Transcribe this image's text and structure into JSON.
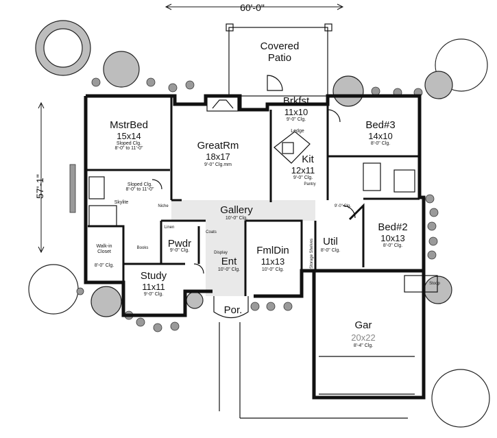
{
  "dimensions": {
    "width": "60'-0\"",
    "depth": "57'-1\""
  },
  "rooms": {
    "covered_patio": {
      "name_line1": "Covered",
      "name_line2": "Patio"
    },
    "mstr_bed": {
      "name": "MstrBed",
      "size": "15x14",
      "note1": "Sloped Clg.",
      "note2": "8'-0\" to 11'-0\""
    },
    "great_rm": {
      "name": "GreatRm",
      "size": "18x17",
      "clg": "9'-0\" Clg.mm"
    },
    "brkfst": {
      "name": "Brkfst",
      "size": "11x10",
      "clg": "9'-0\" Clg."
    },
    "kit": {
      "name": "Kit",
      "size": "12x11",
      "clg": "9'-0\" Clg."
    },
    "bed3": {
      "name": "Bed#3",
      "size": "14x10",
      "clg": "8'-0\" Clg."
    },
    "bed2": {
      "name": "Bed#2",
      "size": "10x13",
      "clg": "8'-0\" Clg."
    },
    "gallery": {
      "name": "Gallery",
      "clg": "10'-0\" Clg."
    },
    "fml_din": {
      "name": "FmlDin",
      "size": "11x13",
      "clg": "10'-0\" Clg."
    },
    "study": {
      "name": "Study",
      "size": "11x11",
      "clg": "9'-0\" Clg."
    },
    "pwdr": {
      "name": "Pwdr",
      "clg": "9'-0\" Clg."
    },
    "ent": {
      "name": "Ent",
      "clg": "10'-0\" Clg."
    },
    "por": {
      "name": "Por."
    },
    "util": {
      "name": "Util",
      "clg": "8'-0\" Clg."
    },
    "gar": {
      "name": "Gar",
      "size": "20x22",
      "clg": "8'-4\" Clg."
    },
    "walk_in": {
      "name_line1": "Walk-in",
      "name_line2": "Closet",
      "clg": "8'-0\" Clg."
    },
    "bath": {
      "note1": "Sloped Clg.",
      "note2": "8'-0\" to 11'-0\"",
      "skylite": "Skylite"
    }
  },
  "small_labels": {
    "ledge": "Ledge",
    "pantry": "Pantry",
    "niche": "Niche",
    "linen": "Linen",
    "coats": "Coats",
    "books": "Books",
    "display": "Display",
    "storage_shelves": "Storage Shelves",
    "stoop": "Stoop",
    "util_clg_top": "9'-0\" Clg."
  }
}
